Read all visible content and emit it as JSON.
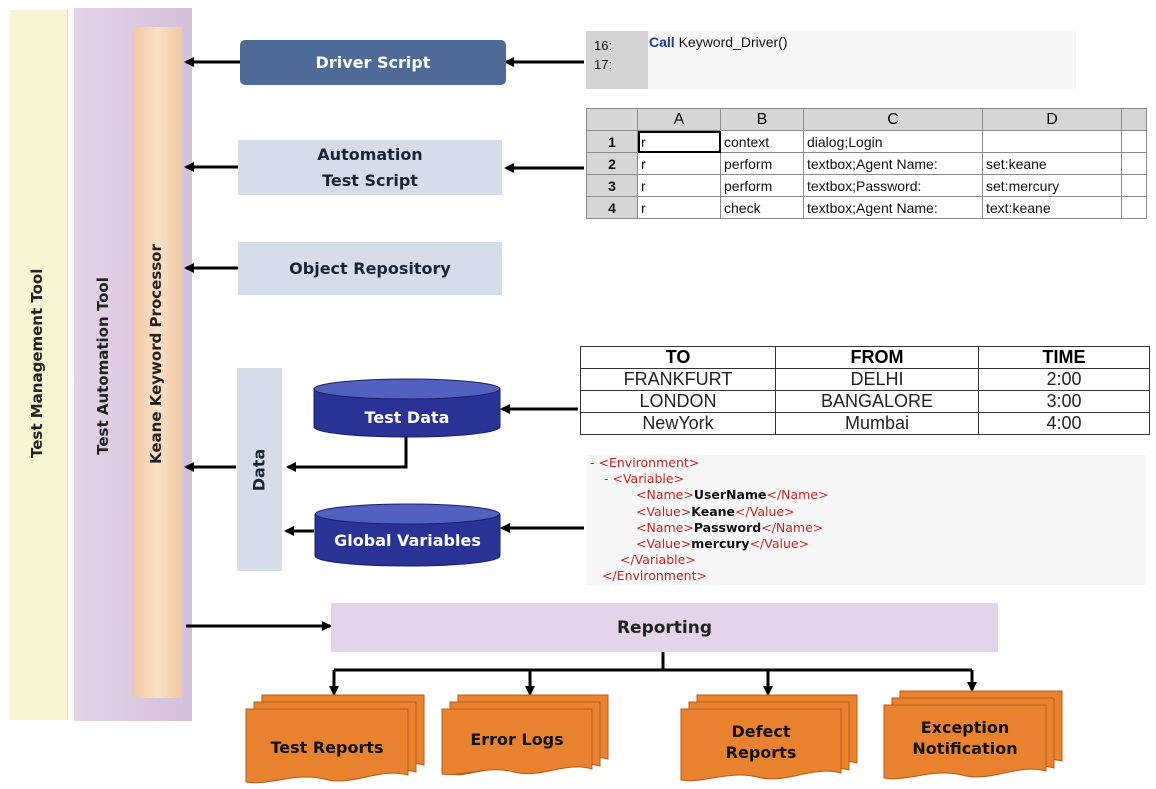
{
  "layers": {
    "test_management_tool": "Test Management Tool",
    "test_automation_tool": "Test Automation Tool",
    "keyword_processor": "Keane Keyword Processor"
  },
  "components": {
    "driver_script": "Driver Script",
    "automation_test_script": "Automation\nTest Script",
    "object_repository": "Object Repository",
    "data": "Data",
    "test_data": "Test Data",
    "global_variables": "Global Variables",
    "reporting": "Reporting"
  },
  "code_snippet": {
    "line_numbers": [
      "16:",
      "17:"
    ],
    "keyword": "Call",
    "call": " Keyword_Driver()"
  },
  "keyword_sheet": {
    "columns": [
      "A",
      "B",
      "C",
      "D"
    ],
    "rows": [
      {
        "num": "1",
        "a": "r",
        "b": "context",
        "c": "dialog;Login",
        "d": ""
      },
      {
        "num": "2",
        "a": "r",
        "b": "perform",
        "c": "textbox;Agent Name:",
        "d": "set:keane"
      },
      {
        "num": "3",
        "a": "r",
        "b": "perform",
        "c": "textbox;Password:",
        "d": "set:mercury"
      },
      {
        "num": "4",
        "a": "r",
        "b": "check",
        "c": "textbox;Agent Name:",
        "d": "text:keane"
      }
    ]
  },
  "route_table": {
    "headers": [
      "TO",
      "FROM",
      "TIME"
    ],
    "rows": [
      [
        "FRANKFURT",
        "DELHI",
        "2:00"
      ],
      [
        "LONDON",
        "BANGALORE",
        "3:00"
      ],
      [
        "NewYork",
        "Mumbai",
        "4:00"
      ]
    ]
  },
  "xml_config": {
    "minus": "-",
    "env_open": "<Environment>",
    "var_open": "<Variable>",
    "var_close": "</Variable>",
    "env_close": "</Environment>",
    "name_open": "<Name>",
    "name_close": "</Name>",
    "value_open": "<Value>",
    "value_close": "</Value>",
    "username": "UserName",
    "keane": "Keane",
    "password": "Password",
    "mercury": "mercury"
  },
  "outputs": {
    "test_reports": "Test Reports",
    "error_logs": "Error Logs",
    "defect_reports": "Defect\nReports",
    "exception_notification": "Exception\nNotification"
  },
  "colors": {
    "mgmt_bar": "#f7f5d2",
    "automation_bar": "#dccce2",
    "keyword_bar": "#f6d2ae",
    "driver_box": "#4d6b96",
    "light_box": "#d6dde8",
    "reporting_box": "#e4d4e8",
    "cylinder": "#2a3296",
    "document": "#e8822e"
  }
}
